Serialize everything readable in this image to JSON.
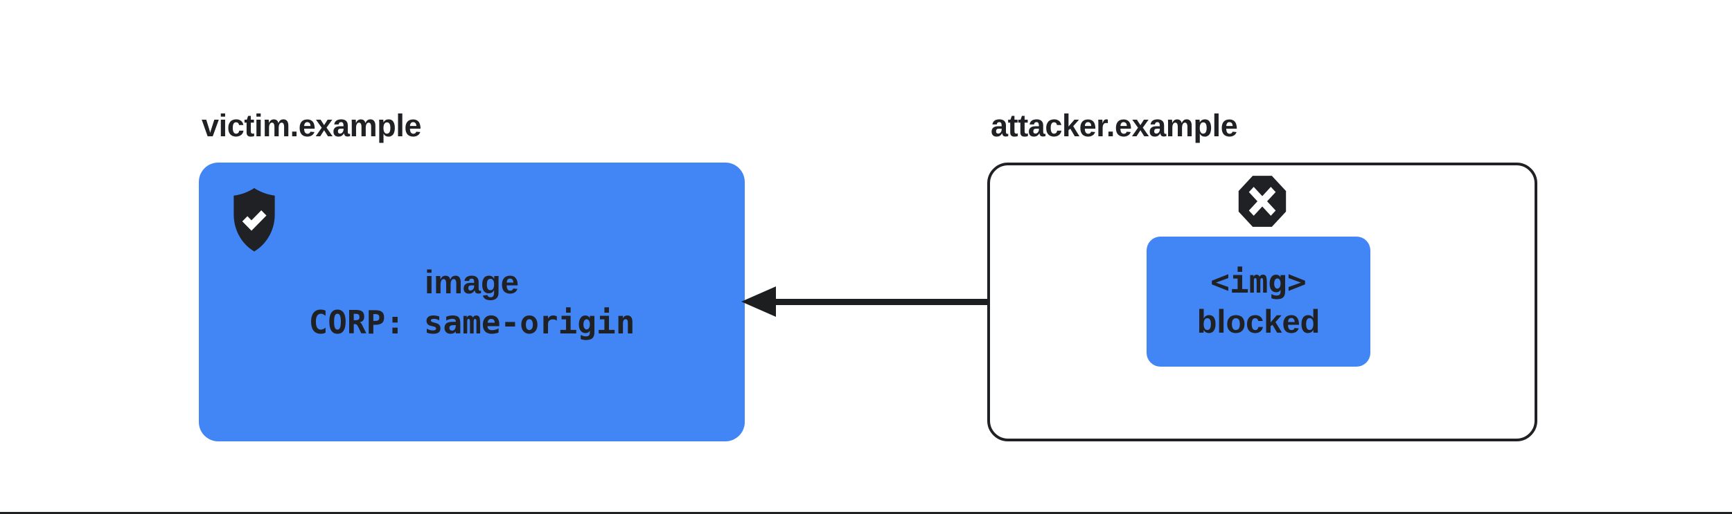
{
  "colors": {
    "accent_blue": "#4285f4",
    "ink": "#202124",
    "background": "#ffffff"
  },
  "victim": {
    "label": "victim.example",
    "resource_line": "image",
    "corp_header_line": "CORP: same-origin",
    "icon": "shield-check-icon"
  },
  "attacker": {
    "label": "attacker.example",
    "element_line": "<img>",
    "status_line": "blocked",
    "icon": "blocked-octagon-x-icon"
  },
  "arrow": {
    "direction": "attacker-to-victim"
  }
}
